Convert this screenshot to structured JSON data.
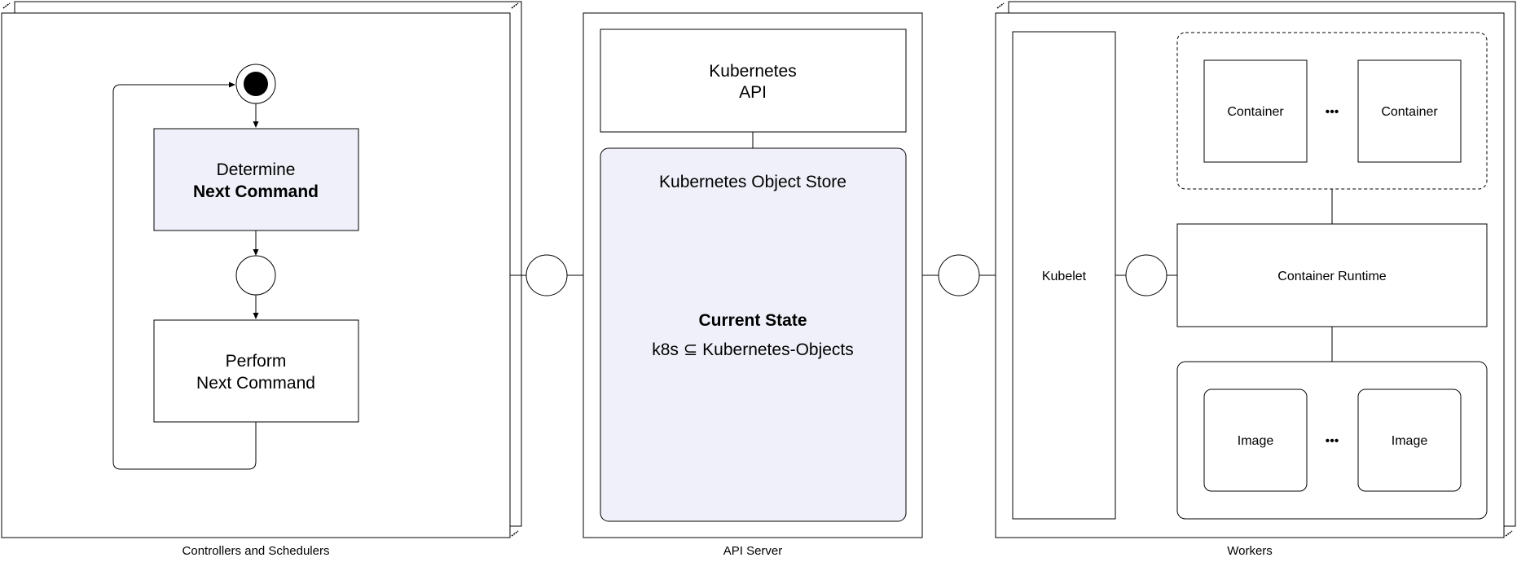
{
  "panels": {
    "controllers": {
      "caption": "Controllers and Schedulers",
      "determine": {
        "line1": "Determine",
        "line2": "Next Command"
      },
      "perform": {
        "line1": "Perform",
        "line2": "Next Command"
      }
    },
    "api_server": {
      "caption": "API Server",
      "api_box": {
        "line1": "Kubernetes",
        "line2": "API"
      },
      "store": {
        "title": "Kubernetes Object Store",
        "state_title": "Current State",
        "state_expr": "k8s ⊆ Kubernetes-Objects"
      }
    },
    "workers": {
      "caption": "Workers",
      "kubelet": "Kubelet",
      "container_runtime": "Container Runtime",
      "containers": [
        "Container",
        "Container"
      ],
      "images": [
        "Image",
        "Image"
      ],
      "ellipsis": "•••"
    }
  },
  "colors": {
    "highlight_fill": "#f0f0fa",
    "stroke": "#000000",
    "background": "#ffffff"
  }
}
